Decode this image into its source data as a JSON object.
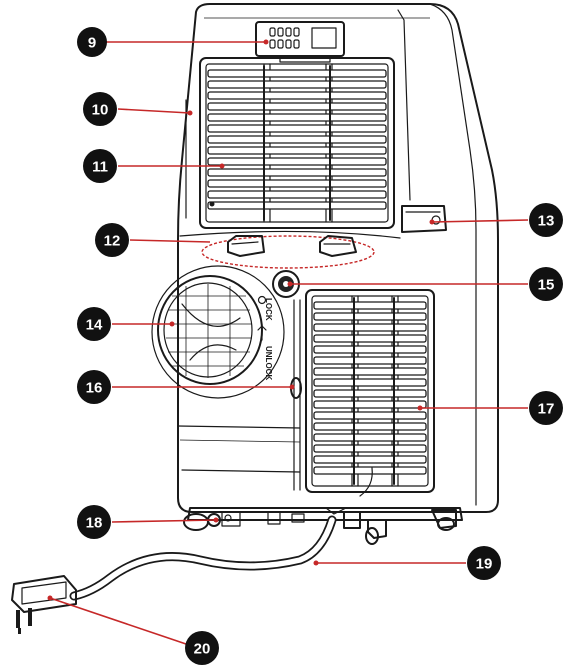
{
  "diagram": {
    "callouts": [
      {
        "id": "9",
        "label": "9"
      },
      {
        "id": "10",
        "label": "10"
      },
      {
        "id": "11",
        "label": "11"
      },
      {
        "id": "12",
        "label": "12"
      },
      {
        "id": "13",
        "label": "13"
      },
      {
        "id": "14",
        "label": "14"
      },
      {
        "id": "15",
        "label": "15"
      },
      {
        "id": "16",
        "label": "16"
      },
      {
        "id": "17",
        "label": "17"
      },
      {
        "id": "18",
        "label": "18"
      },
      {
        "id": "19",
        "label": "19"
      },
      {
        "id": "20",
        "label": "20"
      }
    ],
    "lock_label": "LOCK",
    "unlock_label": "UNLOCK",
    "colors": {
      "leader": "#c62828",
      "callout_fill": "#111111",
      "callout_text": "#ffffff",
      "line_art": "#1a1a1a"
    }
  }
}
